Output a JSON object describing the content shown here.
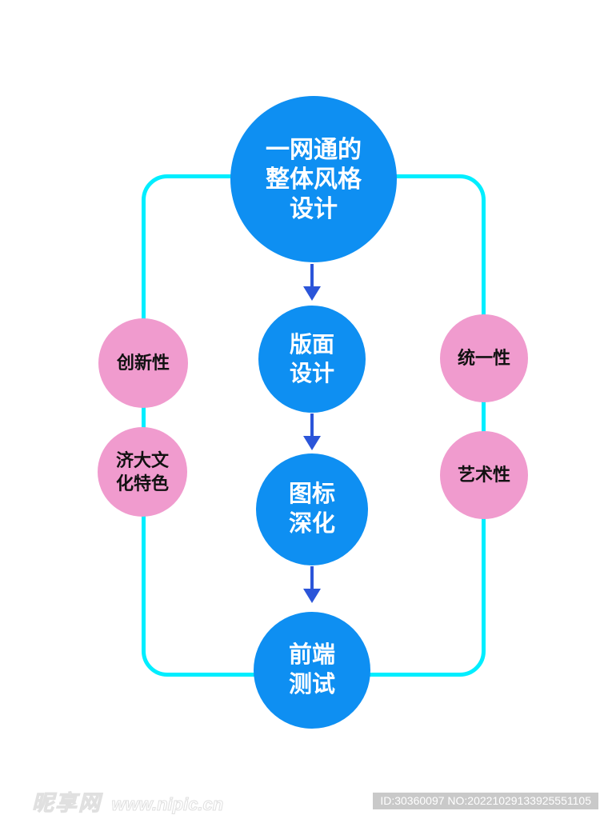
{
  "palette": {
    "node_blue": "#0e8ff2",
    "node_pink": "#f09bce",
    "arrow_blue": "#2b55d9",
    "frame_cyan": "#00eeff",
    "badge_gray": "#c9c9c9",
    "blue_node_text": "#ffffff",
    "pink_node_text": "#111111"
  },
  "flow": {
    "nodes": [
      {
        "id": "overall-style",
        "label": "一网通的\n整体风格\n设计"
      },
      {
        "id": "layout-design",
        "label": "版面\n设计"
      },
      {
        "id": "icon-refinement",
        "label": "图标\n深化"
      },
      {
        "id": "frontend-testing",
        "label": "前端\n测试"
      }
    ]
  },
  "factors": {
    "left": [
      {
        "id": "innovation",
        "label": "创新性"
      },
      {
        "id": "jinan-univ-culture",
        "label": "济大文\n化特色"
      }
    ],
    "right": [
      {
        "id": "unity",
        "label": "统一性"
      },
      {
        "id": "artistry",
        "label": "艺术性"
      }
    ]
  },
  "watermark": {
    "site_name": "昵享网",
    "site_url": "www.nipic.cn",
    "id_label": "ID:30360097 NO:20221029133925551105"
  }
}
